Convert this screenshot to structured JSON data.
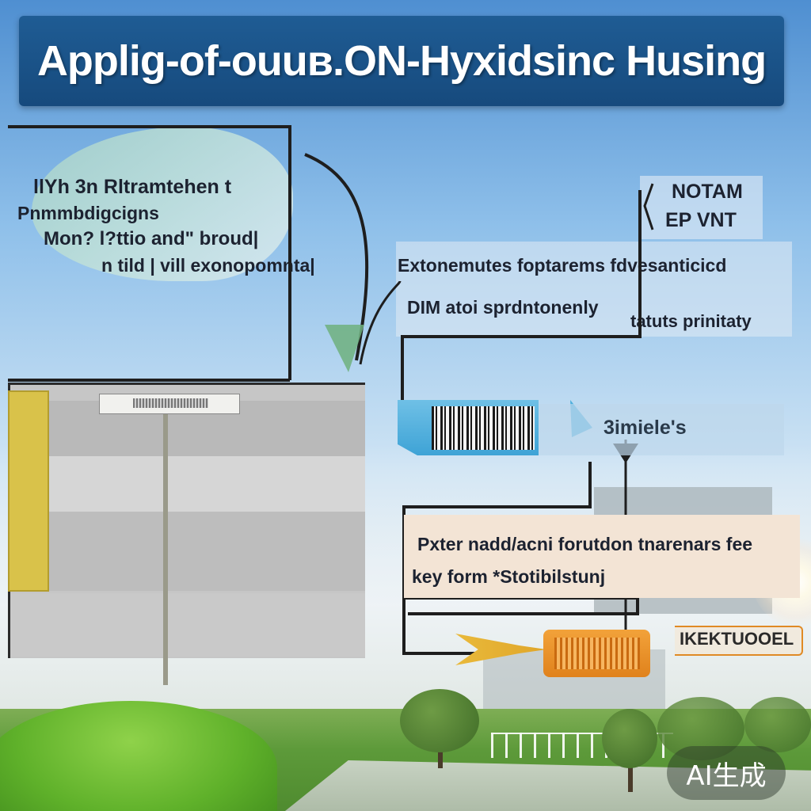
{
  "title": "Applig-of-ouuв.ON-Hyxidsinc Husing",
  "left_panel": {
    "line1": "llYh  3n Rltramtehen t",
    "line2": "Pnmmbdigcigns",
    "line3": "Mon? l?ttio and\" broud|",
    "line4": "n tild | vill exonopomnta|"
  },
  "right_top": {
    "title_line1": "NOTAM",
    "title_line2": "EP VNT",
    "line1": "Extonemutes foptarems fdvesanticicd",
    "line2": "DIM atoi sprdntonenly",
    "line3": "tatuts prinitaty"
  },
  "barcode_label": "3imiele's",
  "key_box": {
    "line1": "Pxter nadd/acni forutdon tnarenars fee",
    "line2": "key form *Stotibilstunj"
  },
  "end_label": "IKEKTUOOEL",
  "badge": "AI生成",
  "colors": {
    "banner": "#1a5289",
    "barcode_tag": "#4fb0dd",
    "orange_tag": "#e8901f",
    "yellow_column": "#d9c24a"
  }
}
